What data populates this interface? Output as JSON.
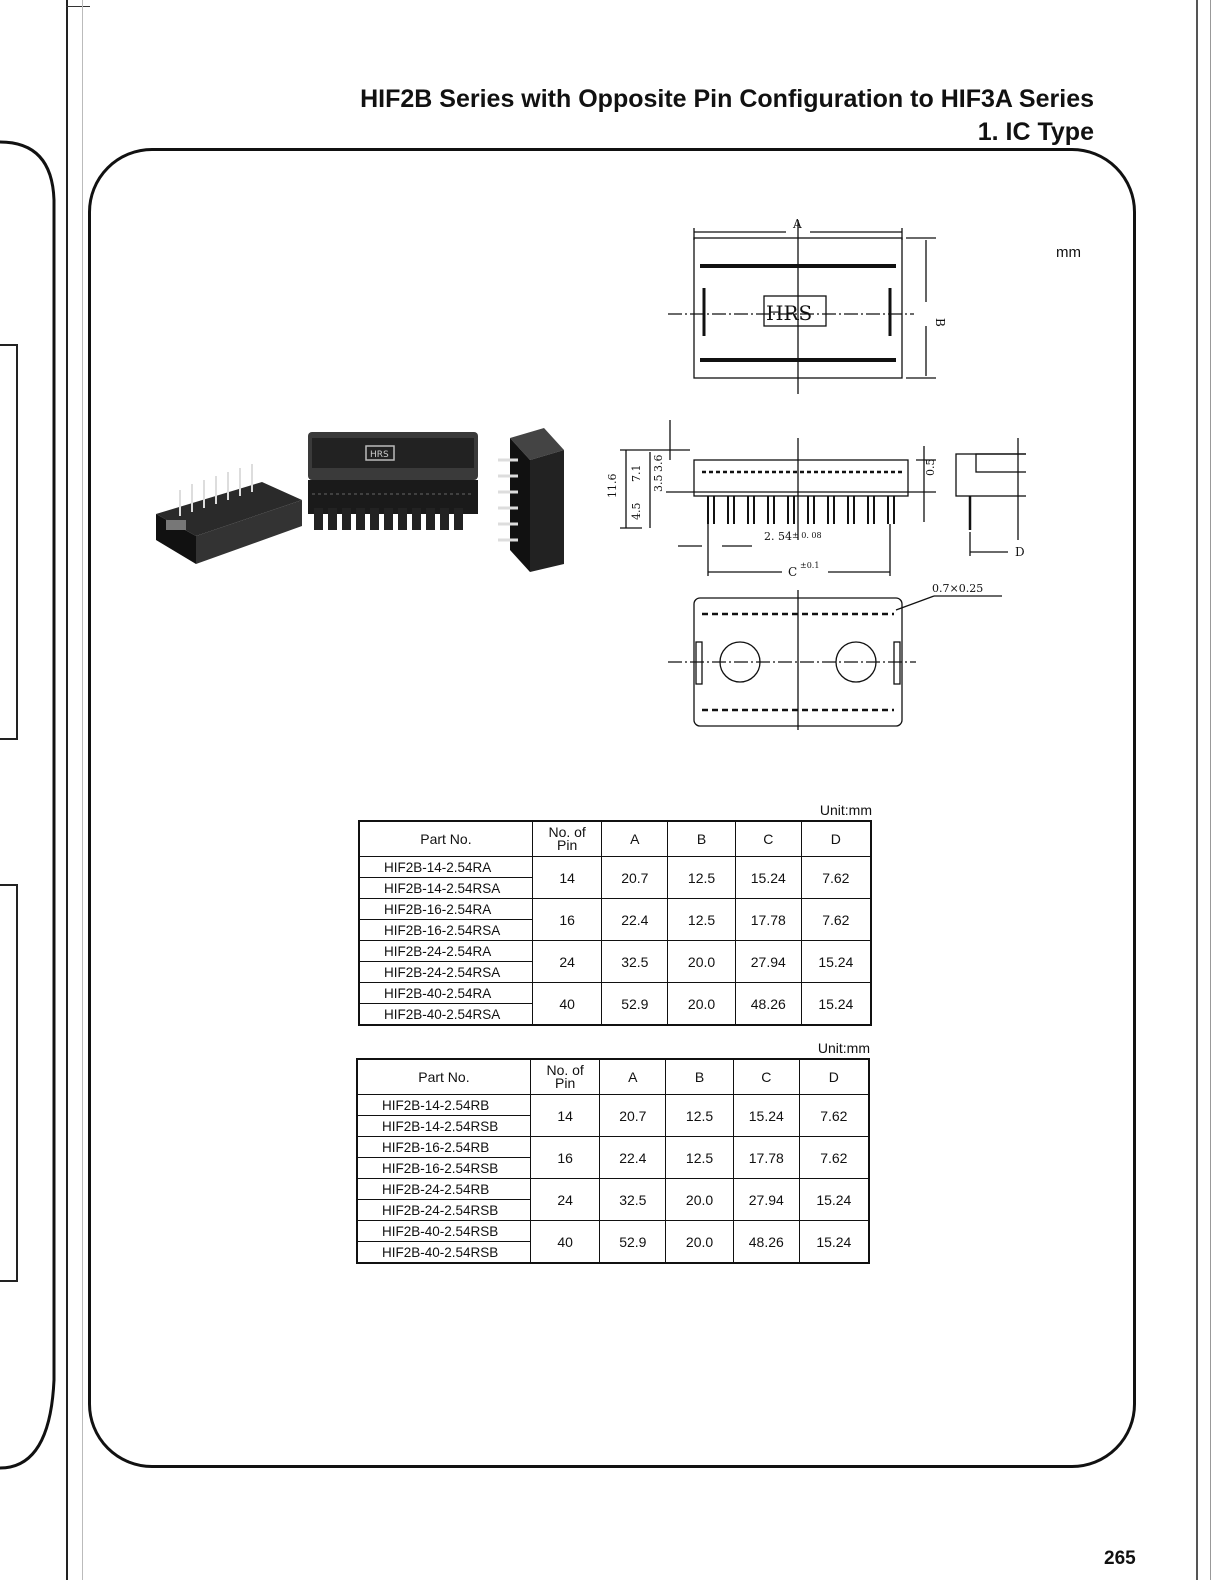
{
  "title": {
    "main": "HIF2B Series with Opposite Pin Configuration to HIF3A Series",
    "sub": "1. IC Type"
  },
  "unit_mm": "mm",
  "drawing": {
    "logo": "HRS",
    "dim_a": "A",
    "dim_b": "B",
    "dim_c": "C",
    "dim_c_tol": "±0.1",
    "dim_d": "D",
    "pitch": "2. 54",
    "pitch_tol": "± 0. 08",
    "h_11_6": "11.6",
    "h_4_5": "4.5",
    "h_7_1": "7.1",
    "h_3_5": "3.5",
    "h_3_6": "3.6",
    "h_0_5": "0.5",
    "pad": "0.7×0.25"
  },
  "tables": [
    {
      "unit": "Unit:mm",
      "headers": {
        "part": "Part No.",
        "pin": "No. of\nPin",
        "a": "A",
        "b": "B",
        "c": "C",
        "d": "D"
      },
      "rows": [
        {
          "parts": [
            "HIF2B-14-2.54RA",
            "HIF2B-14-2.54RSA"
          ],
          "pin": "14",
          "a": "20.7",
          "b": "12.5",
          "c": "15.24",
          "d": "7.62"
        },
        {
          "parts": [
            "HIF2B-16-2.54RA",
            "HIF2B-16-2.54RSA"
          ],
          "pin": "16",
          "a": "22.4",
          "b": "12.5",
          "c": "17.78",
          "d": "7.62"
        },
        {
          "parts": [
            "HIF2B-24-2.54RA",
            "HIF2B-24-2.54RSA"
          ],
          "pin": "24",
          "a": "32.5",
          "b": "20.0",
          "c": "27.94",
          "d": "15.24"
        },
        {
          "parts": [
            "HIF2B-40-2.54RA",
            "HIF2B-40-2.54RSA"
          ],
          "pin": "40",
          "a": "52.9",
          "b": "20.0",
          "c": "48.26",
          "d": "15.24"
        }
      ]
    },
    {
      "unit": "Unit:mm",
      "headers": {
        "part": "Part No.",
        "pin": "No. of\nPin",
        "a": "A",
        "b": "B",
        "c": "C",
        "d": "D"
      },
      "rows": [
        {
          "parts": [
            "HIF2B-14-2.54RB",
            "HIF2B-14-2.54RSB"
          ],
          "pin": "14",
          "a": "20.7",
          "b": "12.5",
          "c": "15.24",
          "d": "7.62"
        },
        {
          "parts": [
            "HIF2B-16-2.54RB",
            "HIF2B-16-2.54RSB"
          ],
          "pin": "16",
          "a": "22.4",
          "b": "12.5",
          "c": "17.78",
          "d": "7.62"
        },
        {
          "parts": [
            "HIF2B-24-2.54RB",
            "HIF2B-24-2.54RSB"
          ],
          "pin": "24",
          "a": "32.5",
          "b": "20.0",
          "c": "27.94",
          "d": "15.24"
        },
        {
          "parts": [
            "HIF2B-40-2.54RSB",
            "HIF2B-40-2.54RSB"
          ],
          "pin": "40",
          "a": "52.9",
          "b": "20.0",
          "c": "48.26",
          "d": "15.24"
        }
      ]
    }
  ],
  "page_number": "265"
}
